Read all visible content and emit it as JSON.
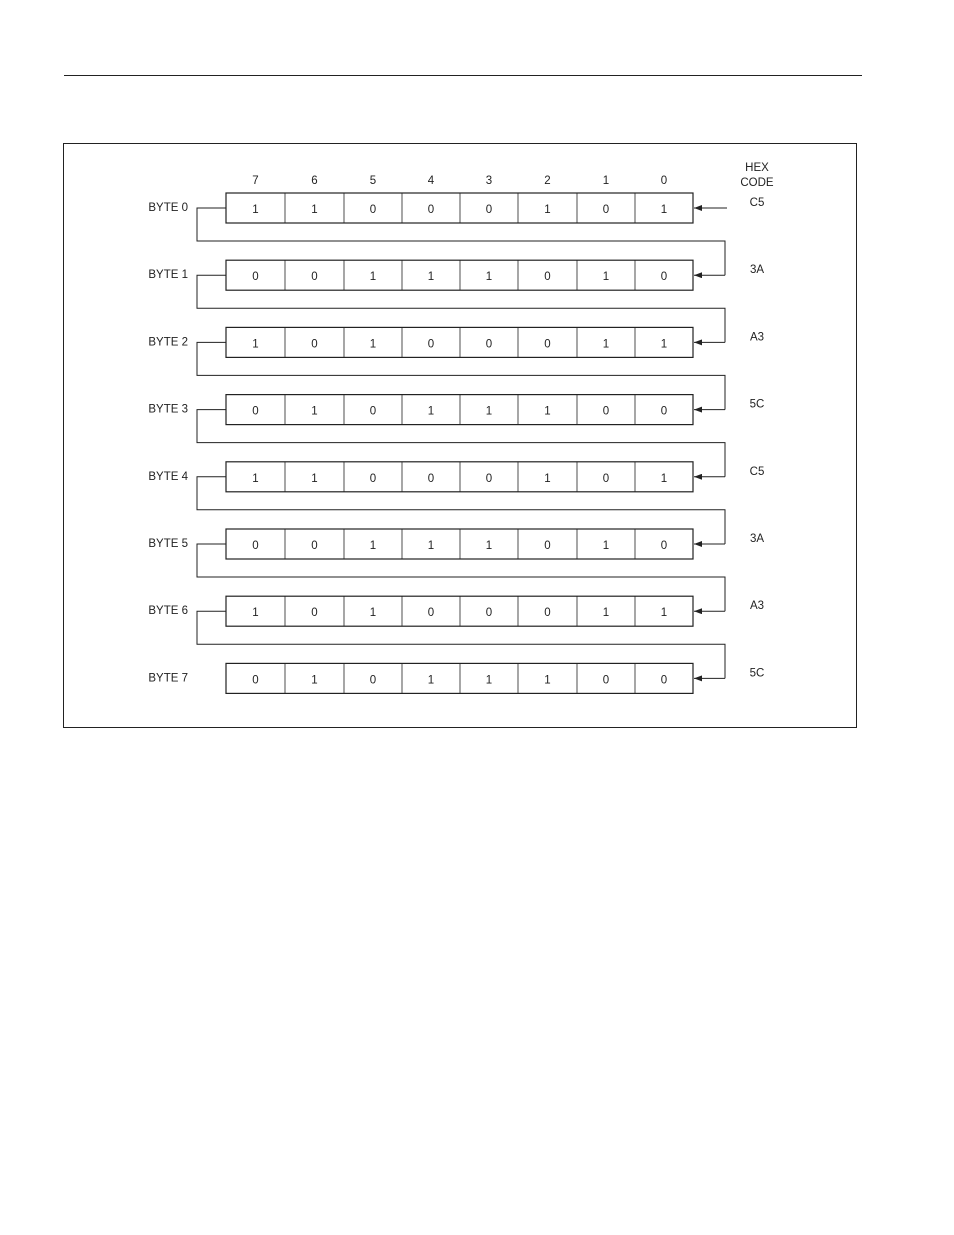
{
  "diagram": {
    "bit_positions": [
      "7",
      "6",
      "5",
      "4",
      "3",
      "2",
      "1",
      "0"
    ],
    "hex_header": [
      "HEX",
      "CODE"
    ],
    "rows": [
      {
        "label": "BYTE 0",
        "bits": [
          "1",
          "1",
          "0",
          "0",
          "0",
          "1",
          "0",
          "1"
        ],
        "hex": "C5"
      },
      {
        "label": "BYTE 1",
        "bits": [
          "0",
          "0",
          "1",
          "1",
          "1",
          "0",
          "1",
          "0"
        ],
        "hex": "3A"
      },
      {
        "label": "BYTE 2",
        "bits": [
          "1",
          "0",
          "1",
          "0",
          "0",
          "0",
          "1",
          "1"
        ],
        "hex": "A3"
      },
      {
        "label": "BYTE 3",
        "bits": [
          "0",
          "1",
          "0",
          "1",
          "1",
          "1",
          "0",
          "0"
        ],
        "hex": "5C"
      },
      {
        "label": "BYTE 4",
        "bits": [
          "1",
          "1",
          "0",
          "0",
          "0",
          "1",
          "0",
          "1"
        ],
        "hex": "C5"
      },
      {
        "label": "BYTE 5",
        "bits": [
          "0",
          "0",
          "1",
          "1",
          "1",
          "0",
          "1",
          "0"
        ],
        "hex": "3A"
      },
      {
        "label": "BYTE 6",
        "bits": [
          "1",
          "0",
          "1",
          "0",
          "0",
          "0",
          "1",
          "1"
        ],
        "hex": "A3"
      },
      {
        "label": "BYTE 7",
        "bits": [
          "0",
          "1",
          "0",
          "1",
          "1",
          "1",
          "0",
          "0"
        ],
        "hex": "5C"
      }
    ]
  }
}
